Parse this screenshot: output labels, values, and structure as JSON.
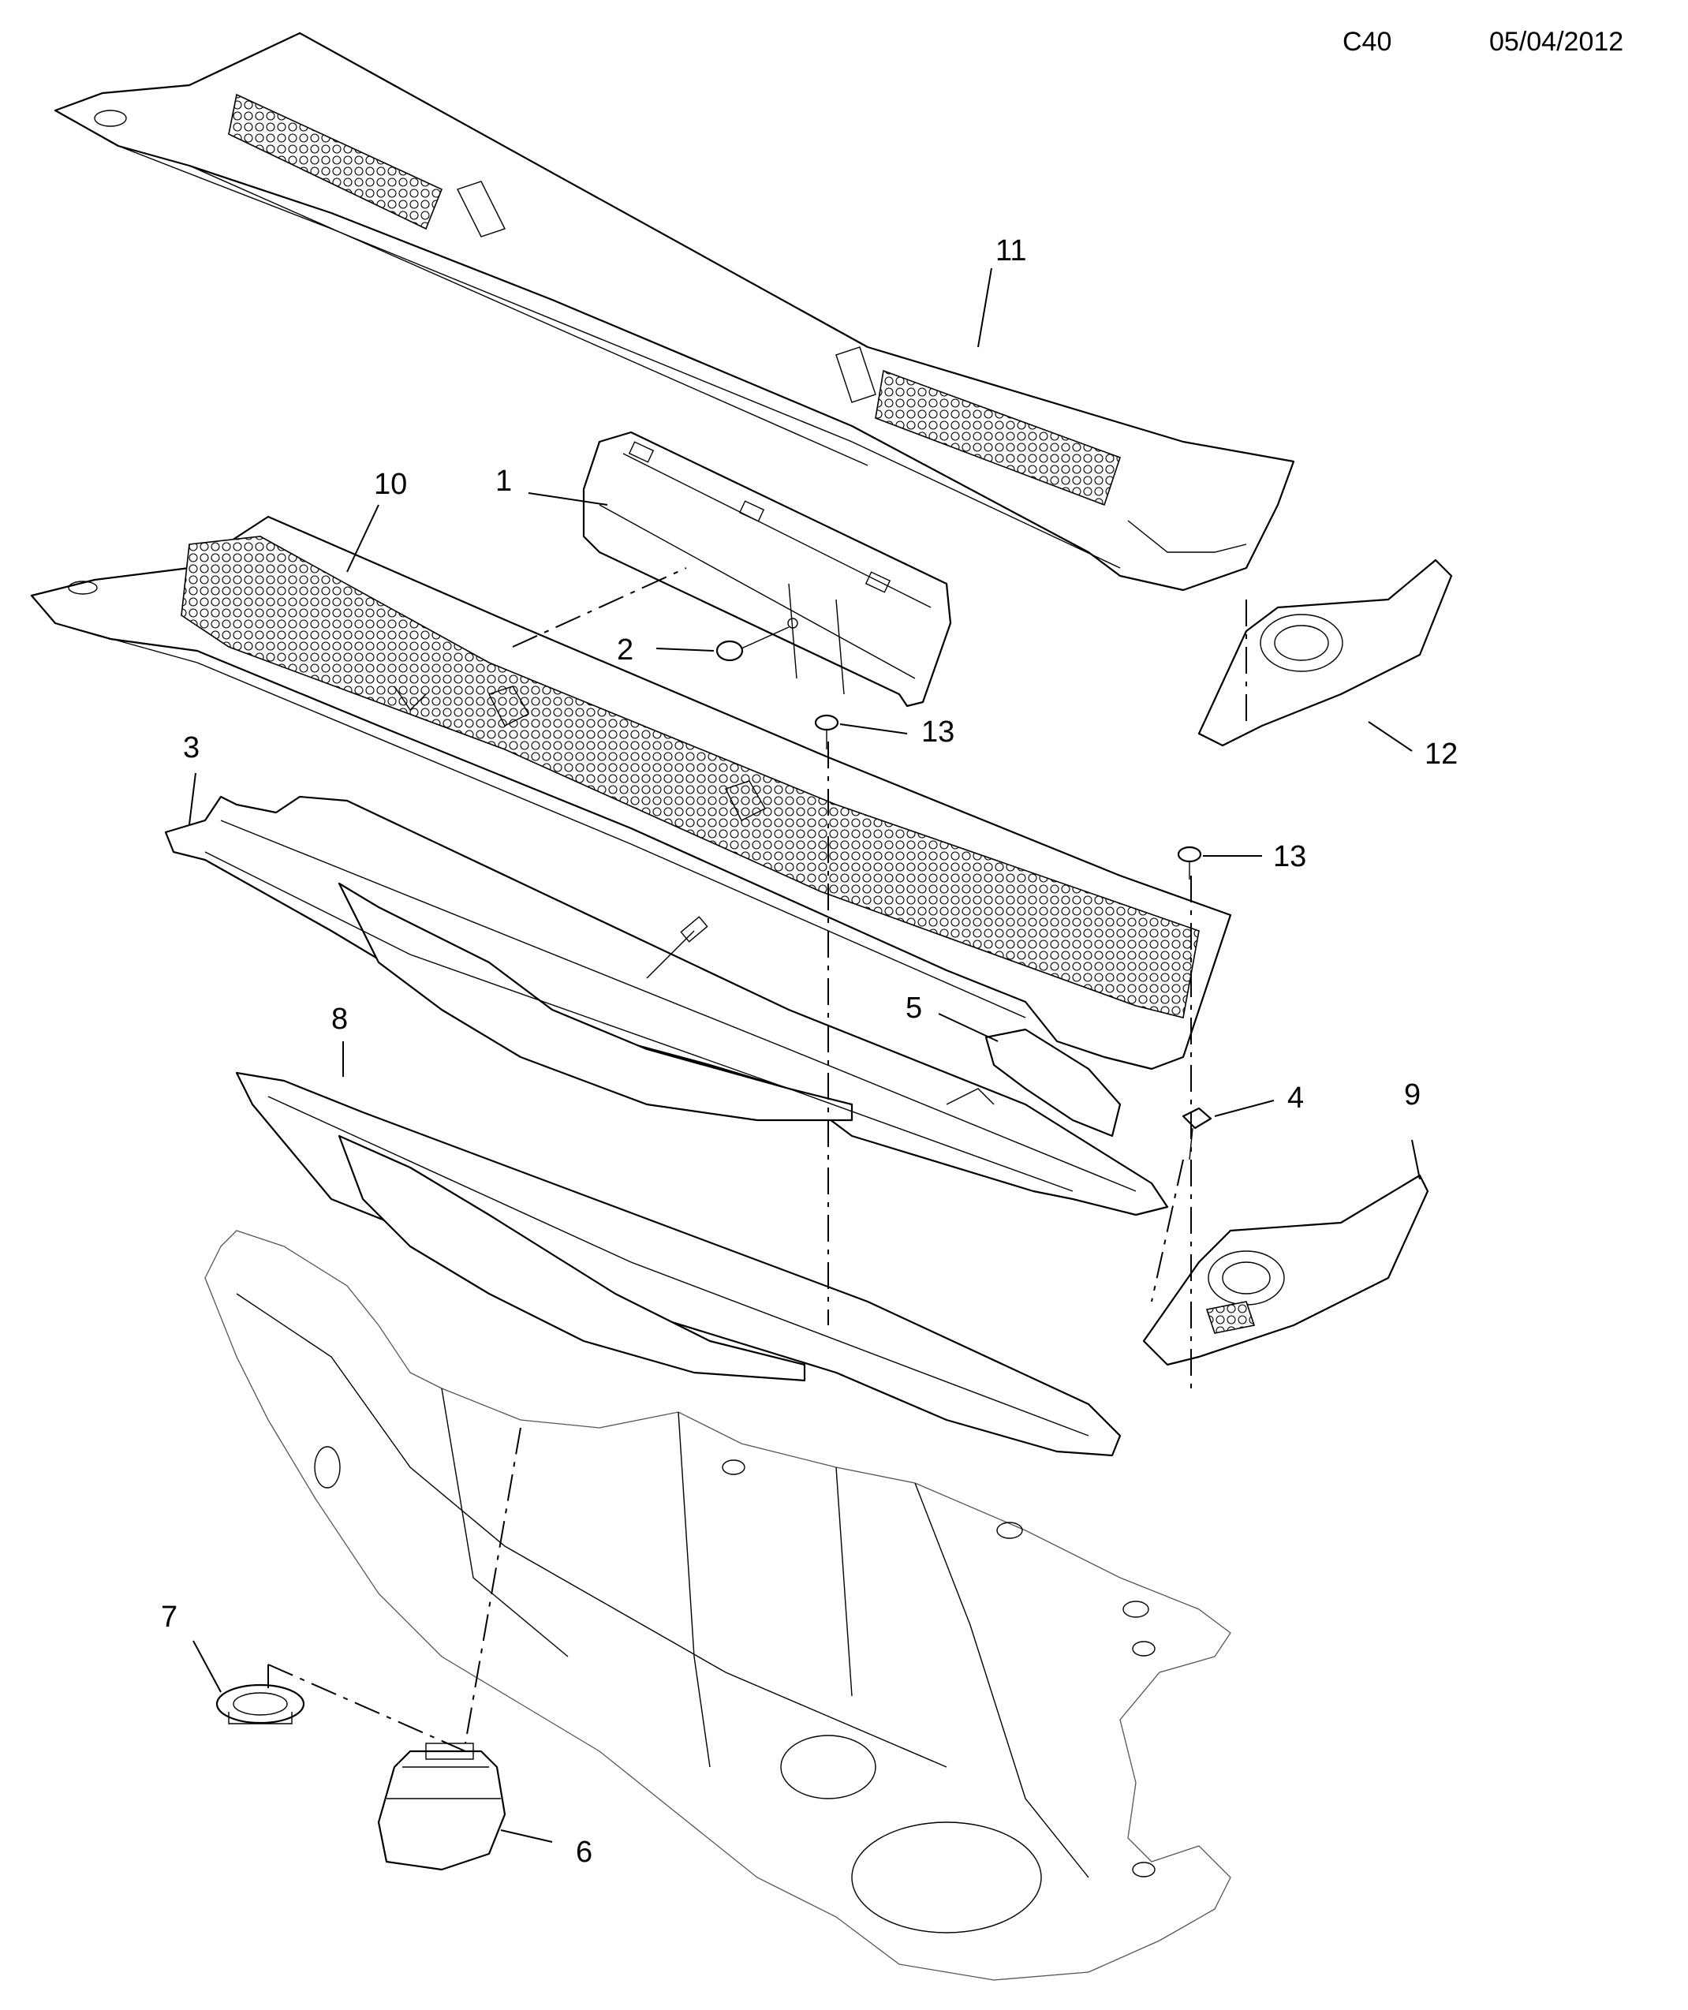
{
  "header": {
    "code": "C40",
    "date": "05/04/2012"
  },
  "callouts": [
    "1",
    "2",
    "3",
    "4",
    "5",
    "6",
    "7",
    "8",
    "9",
    "10",
    "11",
    "12",
    "13",
    "13"
  ]
}
